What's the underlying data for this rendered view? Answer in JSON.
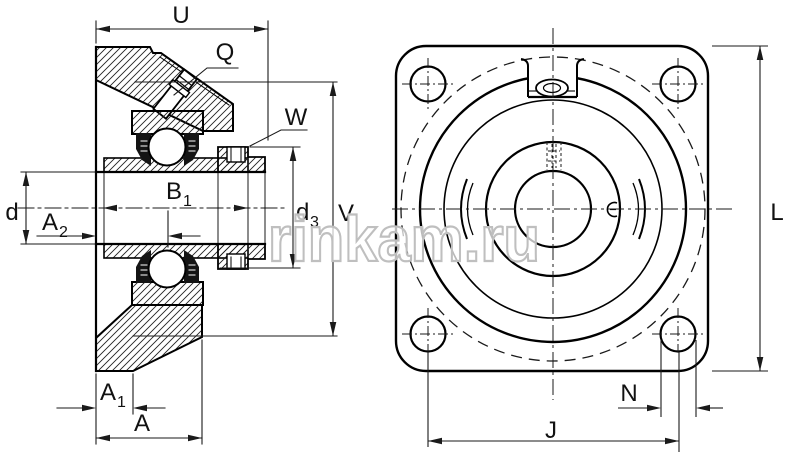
{
  "watermark": {
    "text": "rinkam.ru"
  },
  "colors": {
    "line": "#1a1a1a",
    "background": "#ffffff",
    "watermark_outline": "#bfbfbf"
  },
  "cross_section_view": {
    "labels": {
      "u": {
        "base": "U",
        "sub": ""
      },
      "q": {
        "base": "Q",
        "sub": ""
      },
      "w": {
        "base": "W",
        "sub": ""
      },
      "b1": {
        "base": "B",
        "sub": "1"
      },
      "d": {
        "base": "d",
        "sub": ""
      },
      "a2": {
        "base": "A",
        "sub": "2"
      },
      "d3": {
        "base": "d",
        "sub": "3"
      },
      "v": {
        "base": "V",
        "sub": ""
      },
      "a1": {
        "base": "A",
        "sub": "1"
      },
      "a": {
        "base": "A",
        "sub": ""
      }
    }
  },
  "front_view": {
    "labels": {
      "l": {
        "base": "L",
        "sub": ""
      },
      "n": {
        "base": "N",
        "sub": ""
      },
      "j": {
        "base": "J",
        "sub": ""
      }
    }
  }
}
